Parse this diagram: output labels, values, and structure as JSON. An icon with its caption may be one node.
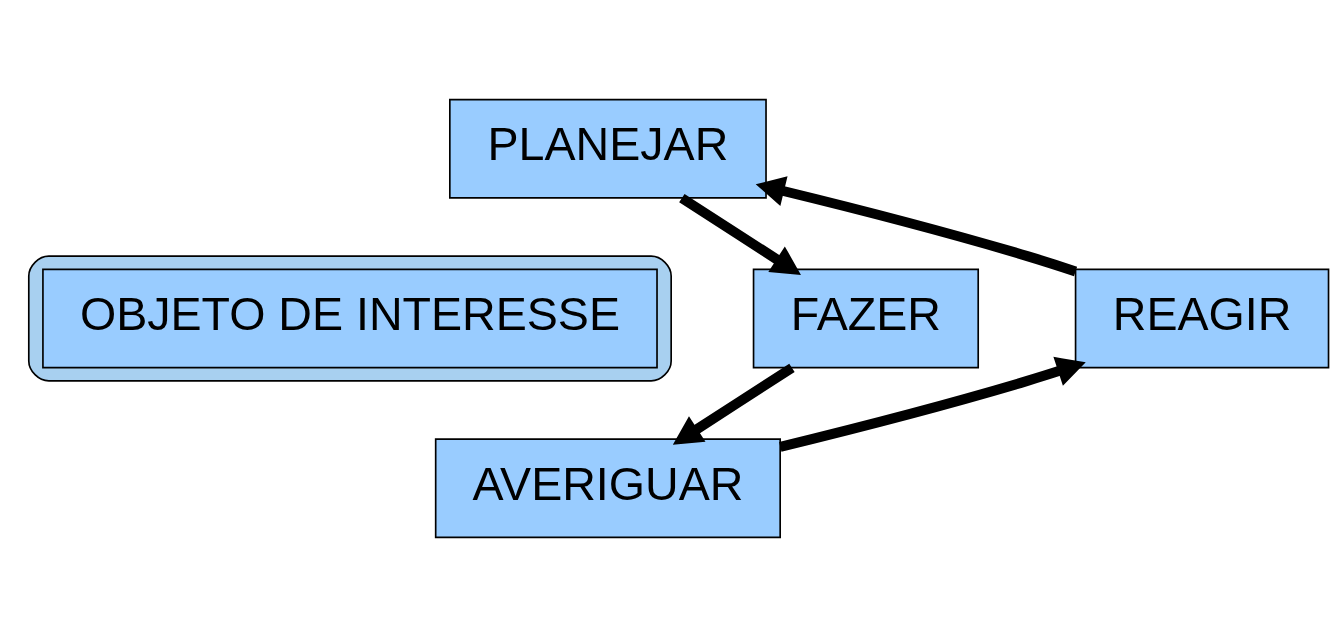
{
  "diagram": {
    "nodes": [
      {
        "text": [
          "PLANEJAR"
        ]
      },
      {
        "text": [
          "REAGIR"
        ]
      },
      {
        "text": [],
        "shape": "ellipse"
      },
      {
        "text": [
          "OBJETO DE INTERESSE"
        ],
        "in": 2
      },
      {
        "text": [
          "FAZER"
        ]
      },
      {
        "text": [
          "AVERIGUAR"
        ]
      }
    ],
    "edges": [
      {
        "from": 0,
        "to": 4,
        "arrow": "to"
      },
      {
        "from": 4,
        "to": 5,
        "arrow": "to"
      },
      {
        "from": 5,
        "to": 1,
        "arrow": "to"
      },
      {
        "from": 1,
        "to": 0,
        "arrow": "to"
      }
    ]
  }
}
